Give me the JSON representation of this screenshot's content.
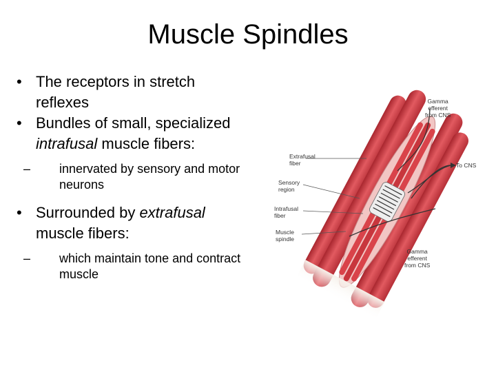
{
  "slide": {
    "title": "Muscle Spindles",
    "bullets": [
      {
        "text": "The receptors in stretch reflexes"
      },
      {
        "prefix": "Bundles of small, specialized ",
        "emph": "intrafusal",
        "suffix": " muscle fibers:",
        "sub": "innervated by sensory and motor neurons"
      },
      {
        "prefix": "Surrounded by ",
        "emph": "extrafusal",
        "suffix": " muscle fibers:",
        "sub": "which maintain tone and contract muscle"
      }
    ],
    "bullet_glyph": "•",
    "sub_glyph": "–"
  },
  "diagram": {
    "labels": {
      "gamma_afferent": "Gamma\nefferent\nfrom CNS",
      "extrafusal": "Extrafusal\nfiber",
      "to_cns": "To CNS",
      "sensory": "Sensory\nregion",
      "intrafusal": "Intrafusal\nfiber",
      "spindle": "Muscle\nspindle",
      "gamma_efferent": "Gamma\nefferent\nfrom CNS"
    },
    "colors": {
      "muscle": "#d9434a",
      "muscle_dark": "#a8262e",
      "muscle_light": "#f08a8e",
      "tendon": "#efe8e0",
      "nerve": "#333333"
    }
  }
}
